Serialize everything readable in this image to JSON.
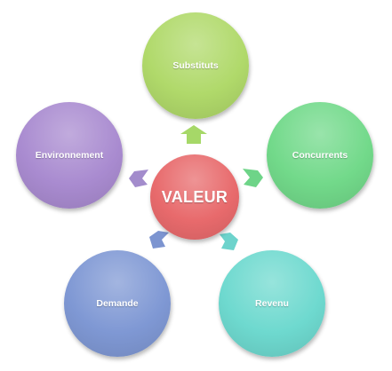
{
  "center": {
    "label": "VALEUR",
    "color": "#e86a6c"
  },
  "nodes": [
    {
      "id": "substituts",
      "label": "Substituts",
      "color": "#b0d96a"
    },
    {
      "id": "concurrents",
      "label": "Concurrents",
      "color": "#72d98a"
    },
    {
      "id": "revenu",
      "label": "Revenu",
      "color": "#6ed9cf"
    },
    {
      "id": "demande",
      "label": "Demande",
      "color": "#7f98d4"
    },
    {
      "id": "environnement",
      "label": "Environnement",
      "color": "#a98bd0"
    }
  ],
  "arrows": [
    {
      "id": "arrow-to-substituts",
      "color": "#a6d868"
    },
    {
      "id": "arrow-to-concurrents",
      "color": "#6ed488"
    },
    {
      "id": "arrow-to-revenu",
      "color": "#6dd3cc"
    },
    {
      "id": "arrow-to-demande",
      "color": "#7c94d0"
    },
    {
      "id": "arrow-to-environnement",
      "color": "#a38ccc"
    }
  ]
}
